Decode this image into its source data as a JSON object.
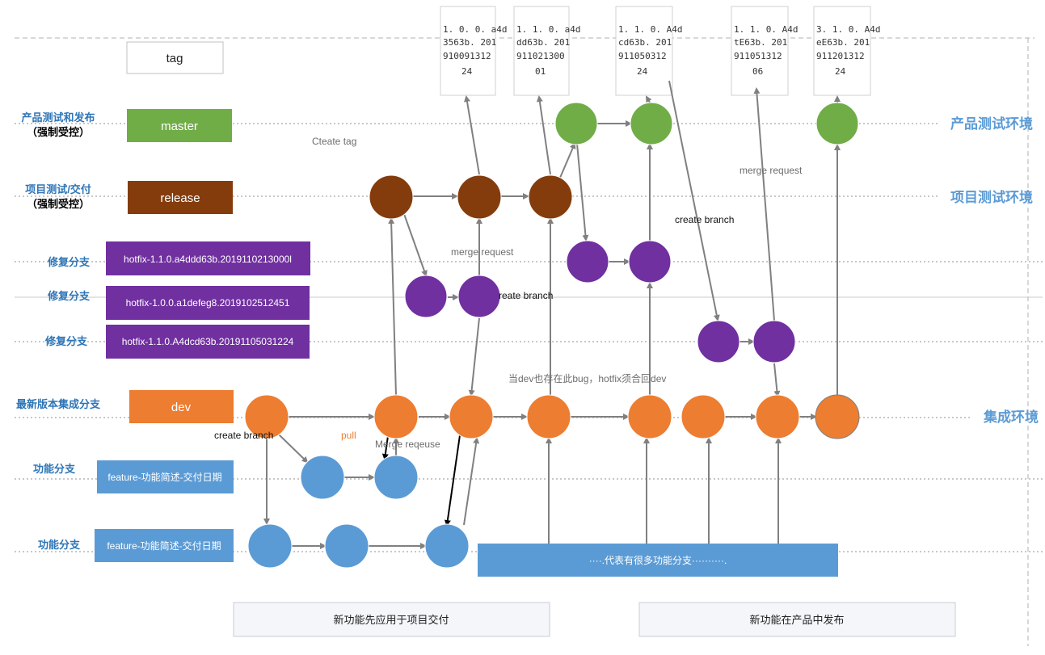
{
  "tag_box": "tag",
  "tag_notes": [
    [
      "1. 0. 0. a4d",
      "3563b. 201",
      "910091312",
      "24"
    ],
    [
      "1. 1. 0. a4d",
      "dd63b. 201",
      "911021300",
      "01"
    ],
    [
      "1. 1. 0. A4d",
      "cd63b. 201",
      "911050312",
      "24"
    ],
    [
      "1. 1. 0. A4d",
      "tE63b. 201",
      "911051312",
      "06"
    ],
    [
      "3. 1. 0. A4d",
      "eE63b. 201",
      "911201312",
      "24"
    ]
  ],
  "left_labels": {
    "master_1": "产品测试和发布",
    "master_2": "（强制受控）",
    "release_1": "项目测试/交付",
    "release_2": "（强制受控）",
    "hotfix_1": "修复分支",
    "hotfix_2": "修复分支",
    "hotfix_3": "修复分支",
    "dev": "最新版本集成分支",
    "feature_1": "功能分支",
    "feature_2": "功能分支"
  },
  "branch_boxes": {
    "master": "master",
    "release": "release",
    "hotfix_1": "hotfix-1.1.0.a4ddd63b.2019110213000l",
    "hotfix_2": "hotfix-1.0.0.a1defeg8.2019102512451",
    "hotfix_3": "hotfix-1.1.0.A4dcd63b.20191105031224",
    "dev": "dev",
    "feature_1": "feature-功能简述-交付日期",
    "feature_2": "feature-功能简述-交付日期"
  },
  "right_labels": {
    "master": "产品测试环境",
    "release": "项目测试环境",
    "dev": "集成环境"
  },
  "annotations": {
    "create_tag": "Cteate tag",
    "merge_request_1": "merge request",
    "merge_request_2": "merge request",
    "create_branch_1": "create branch",
    "create_branch_2": "reate branch",
    "create_branch_3": "create branch",
    "dev_note": "当dev也存在此bug，hotfix须合回dev",
    "pull": "pull",
    "merge_request_3": "Merge  reqeuse",
    "many_features": "····.代表有很多功能分支··········."
  },
  "bottom_boxes": [
    "新功能先应用于项目交付",
    "新功能在产品中发布"
  ],
  "colors": {
    "green": "#70ad47",
    "brown": "#843c0c",
    "purple": "#7030a0",
    "orange": "#ed7d31",
    "blue": "#5b9bd5",
    "label_blue": "#2e75b6",
    "right_label": "#5b9bd5",
    "arrow": "#808080"
  }
}
